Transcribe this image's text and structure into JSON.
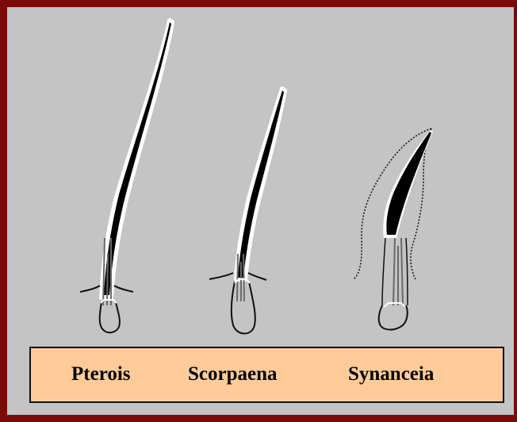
{
  "colors": {
    "border": "#7a0a0a",
    "background": "#c4c4c4",
    "label_box": "#ffcc99",
    "spine_fill": "#000000",
    "spine_outline": "#ffffff"
  },
  "spines": [
    {
      "name": "Pterois"
    },
    {
      "name": "Scorpaena"
    },
    {
      "name": "Synanceia"
    }
  ]
}
